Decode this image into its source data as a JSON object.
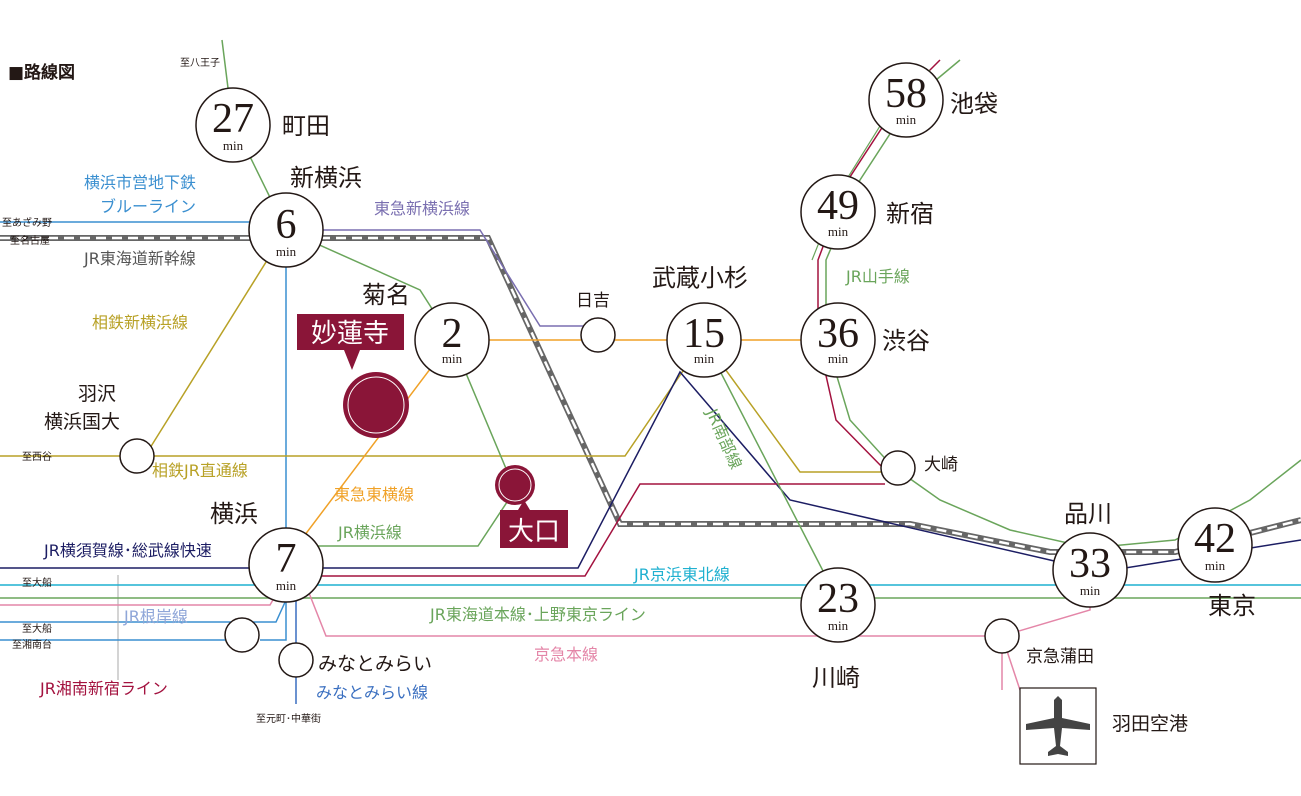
{
  "title": "■路線図",
  "colors": {
    "tokyu_toyoko": "#f0a127",
    "jr_yokohama": "#6aa55b",
    "jr_keihin_tohoku": "#1fb0d0",
    "jr_tokaido": "#6aa55b",
    "keikyu": "#e486a8",
    "jr_yokosuka": "#1c1d63",
    "jr_shonan": "#a3123f",
    "blue_line": "#3a8fd0",
    "sotetsu": "#b8a126",
    "tokyu_shinyoko": "#7a6fb0",
    "shinkansen": "#555555",
    "jr_yamanote": "#6aa55b",
    "minatomirai": "#3a6fc0",
    "site_marker": "#8a1538"
  },
  "stations": {
    "machida": {
      "name": "町田",
      "time": "27",
      "unit": "min",
      "dest": "至八王子"
    },
    "shinyokohama": {
      "name": "新横浜",
      "time": "6",
      "unit": "min"
    },
    "kikuna": {
      "name": "菊名",
      "time": "2",
      "unit": "min"
    },
    "musashikosugi": {
      "name": "武蔵小杉",
      "time": "15",
      "unit": "min"
    },
    "shibuya": {
      "name": "渋谷",
      "time": "36",
      "unit": "min"
    },
    "shinjuku": {
      "name": "新宿",
      "time": "49",
      "unit": "min"
    },
    "ikebukuro": {
      "name": "池袋",
      "time": "58",
      "unit": "min"
    },
    "yokohama": {
      "name": "横浜",
      "time": "7",
      "unit": "min"
    },
    "kawasaki": {
      "name": "川崎",
      "time": "23",
      "unit": "min"
    },
    "shinagawa": {
      "name": "品川",
      "time": "33",
      "unit": "min"
    },
    "tokyo": {
      "name": "東京",
      "time": "42",
      "unit": "min"
    },
    "hiyoshi": {
      "name": "日吉"
    },
    "osaki": {
      "name": "大崎"
    },
    "hazawa": {
      "name1": "羽沢",
      "name2": "横浜国大"
    },
    "minatomirai": {
      "name": "みなとみらい"
    },
    "keikyu_kamata": {
      "name": "京急蒲田"
    },
    "haneda": {
      "name": "羽田空港"
    },
    "myorenji": {
      "name": "妙蓮寺"
    },
    "okuchi": {
      "name": "大口"
    }
  },
  "lines": {
    "blue_line": {
      "name1": "横浜市営地下鉄",
      "name2": "ブルーライン"
    },
    "tokyu_shinyoko": "東急新横浜線",
    "shinkansen": "JR東海道新幹線",
    "sotetsu_shinyoko": "相鉄新横浜線",
    "sotetsu_jr": "相鉄JR直通線",
    "tokyu_toyoko": "東急東横線",
    "jr_yokohama": "JR横浜線",
    "jr_yokosuka": "JR横須賀線･総武線快速",
    "jr_keihin": "JR京浜東北線",
    "jr_negishi": "JR根岸線",
    "jr_tokaido": "JR東海道本線･上野東京ライン",
    "keikyu": "京急本線",
    "jr_shonan": "JR湘南新宿ライン",
    "minatomirai": "みなとみらい線",
    "jr_yamanote": "JR山手線",
    "jr_nambu": "JR南部線"
  },
  "destinations": {
    "azamino": "至あざみ野",
    "nagoya": "至名古屋",
    "nishiya": "至西谷",
    "ofuna1": "至大船",
    "ofuna2": "至大船",
    "shonandai": "至湘南台",
    "motomachi": "至元町･中華街"
  }
}
